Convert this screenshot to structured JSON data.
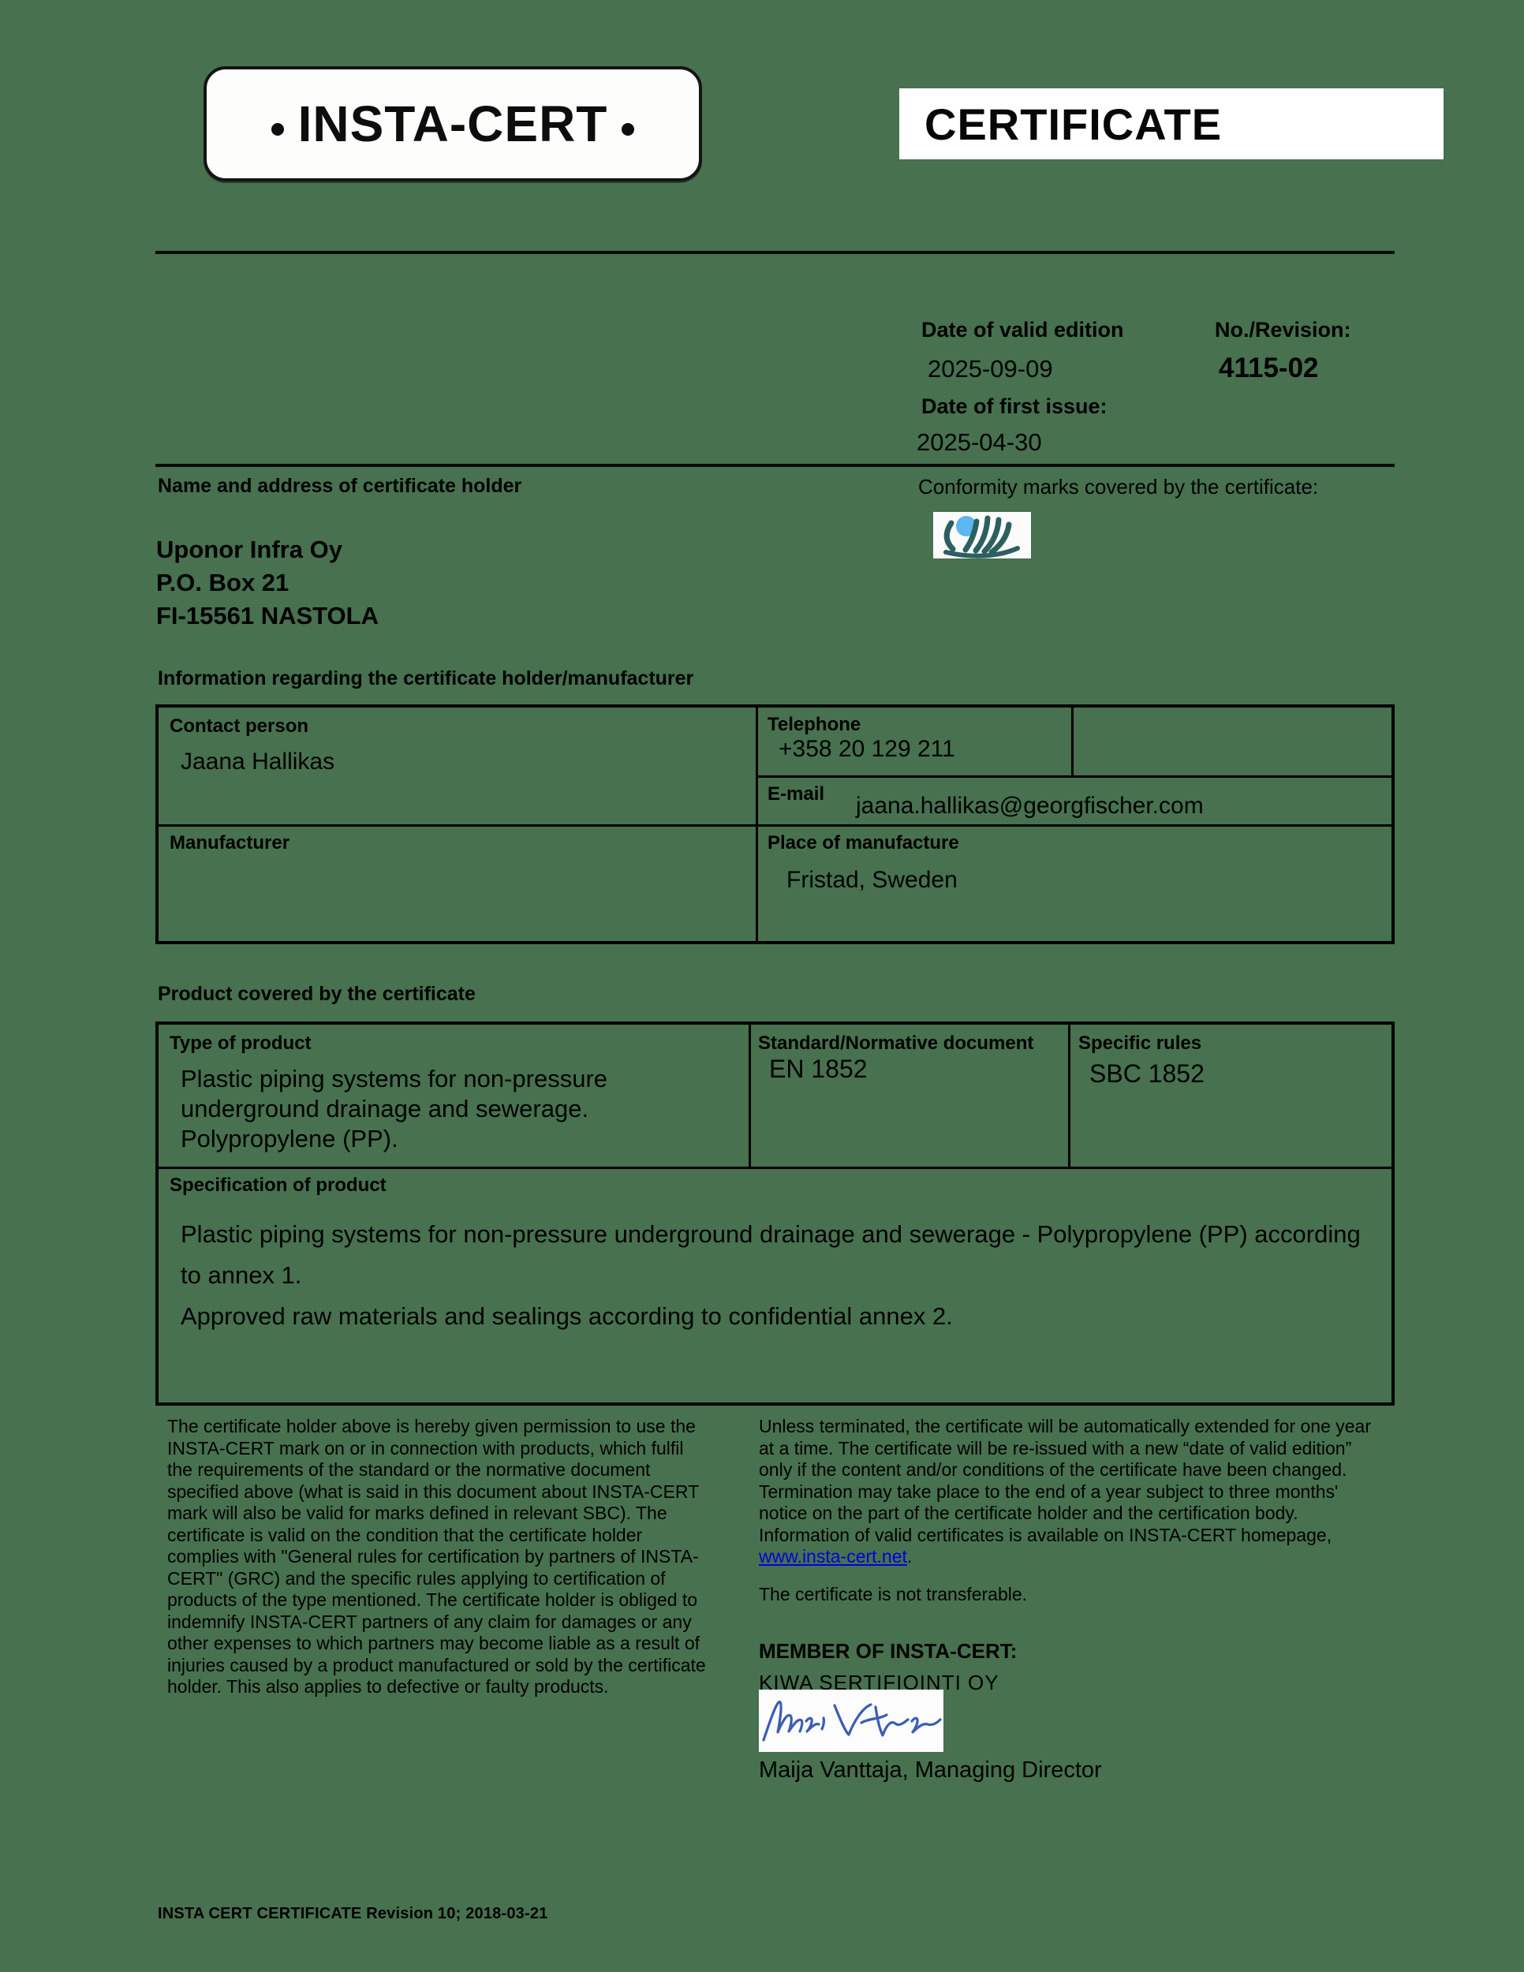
{
  "header": {
    "logo_text": "INSTA-CERT",
    "title": "CERTIFICATE"
  },
  "meta": {
    "date_valid_label": "Date of valid edition",
    "date_valid_value": "2025-09-09",
    "revision_label": "No./Revision:",
    "revision_value": "4115-02",
    "first_issue_label": "Date of first issue:",
    "first_issue_value": "2025-04-30"
  },
  "holder": {
    "section_label": "Name and address of certificate holder",
    "conformity_label": "Conformity marks covered by the certificate:",
    "conformity_mark": "nordic-poly-mark",
    "name": "Uponor Infra Oy",
    "address_line1": "P.O. Box 21",
    "address_line2": "FI-15561 NASTOLA"
  },
  "info_section": {
    "heading": "Information regarding the certificate holder/manufacturer",
    "contact_label": "Contact person",
    "contact_value": "Jaana Hallikas",
    "telephone_label": "Telephone",
    "telephone_value": "+358 20 129 211",
    "email_label": "E-mail",
    "email_value": "jaana.hallikas@georgfischer.com",
    "manufacturer_label": "Manufacturer",
    "manufacturer_value": "",
    "place_label": "Place of manufacture",
    "place_value": "Fristad, Sweden"
  },
  "product_section": {
    "heading": "Product covered by the certificate",
    "type_label": "Type of product",
    "type_value": "Plastic piping systems for non-pressure underground drainage and sewerage. Polypropylene (PP).",
    "standard_label": "Standard/Normative document",
    "standard_value": "EN 1852",
    "rules_label": "Specific rules",
    "rules_value": "SBC 1852",
    "spec_label": "Specification of product",
    "spec_line1": "Plastic piping systems for non-pressure underground drainage and sewerage - Polypropylene (PP) according to annex 1.",
    "spec_line2": "Approved raw materials and sealings according to confidential annex 2."
  },
  "legal": {
    "left_text": "The certificate holder above is hereby given permission to use the INSTA-CERT mark on or in connection with products, which fulfil the requirements of the standard or the normative document specified above (what is said in this document about INSTA-CERT mark will also be valid for marks defined in relevant SBC). The certificate is valid on the condition that the certificate holder complies with \"General rules for certification by partners of INSTA-CERT\" (GRC) and the specific rules applying to certification of products of the type mentioned. The certificate holder is obliged to indemnify INSTA-CERT partners of any claim for damages or any other expenses to which partners may become liable as a result of injuries caused by a product manufactured or sold by the certificate holder. This also applies to defective or faulty products.",
    "right_text_before_link": "Unless terminated, the certificate will be automatically extended for one year at a time. The certificate will be re-issued with a new “date of valid edition” only if the content and/or conditions of the certificate have been changed. Termination may take place to the end of a year subject to three months' notice on the part of the certificate holder and the certification body. Information of valid certificates is available on INSTA-CERT homepage, ",
    "link_text": "www.insta-cert.net",
    "after_link": ".",
    "not_transferable": "The certificate is not transferable.",
    "member_label": "MEMBER OF INSTA-CERT:",
    "member_value": "KIWA SERTIFIOINTI OY",
    "signatory": "Maija Vanttaja, Managing Director"
  },
  "footer": {
    "text": "INSTA CERT CERTIFICATE Revision 10; 2018-03-21"
  },
  "colors": {
    "page_background": "#47714f",
    "link_blue": "#0000dd",
    "signature_ink": "#3a5db5",
    "mark_teal": "#2c5f60",
    "mark_light_blue": "#5ab7ef"
  }
}
